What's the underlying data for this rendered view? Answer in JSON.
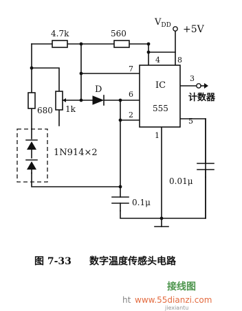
{
  "power": {
    "vdd_label": "V",
    "vdd_sub": "DD",
    "supply": "+5V"
  },
  "components": {
    "r_4k7": "4.7k",
    "r_560": "560",
    "r_680": "680",
    "pot_1k": "1k",
    "diode_d": "D",
    "diodes": "1N914×2",
    "cap_01": "0.1μ",
    "cap_001": "0.01μ"
  },
  "ic": {
    "name": "IC",
    "model": "555",
    "pins": {
      "p4": "4",
      "p8": "8",
      "p7": "7",
      "p6": "6",
      "p2": "2",
      "p3": "3",
      "p5": "5",
      "p1": "1"
    }
  },
  "output": {
    "label": "计数器"
  },
  "caption": {
    "figure": "图 7-33",
    "title": "数字温度传感头电路"
  },
  "watermark": {
    "brand": "接线图",
    "url_left": "ht",
    "url_right": "www.55dianzi.com",
    "cn_text": "jiexiantu",
    "accent": "#e05a2a"
  },
  "colors": {
    "ink": "#111111",
    "paper": "#ffffff",
    "watermark_green": "#3a8a3a"
  }
}
